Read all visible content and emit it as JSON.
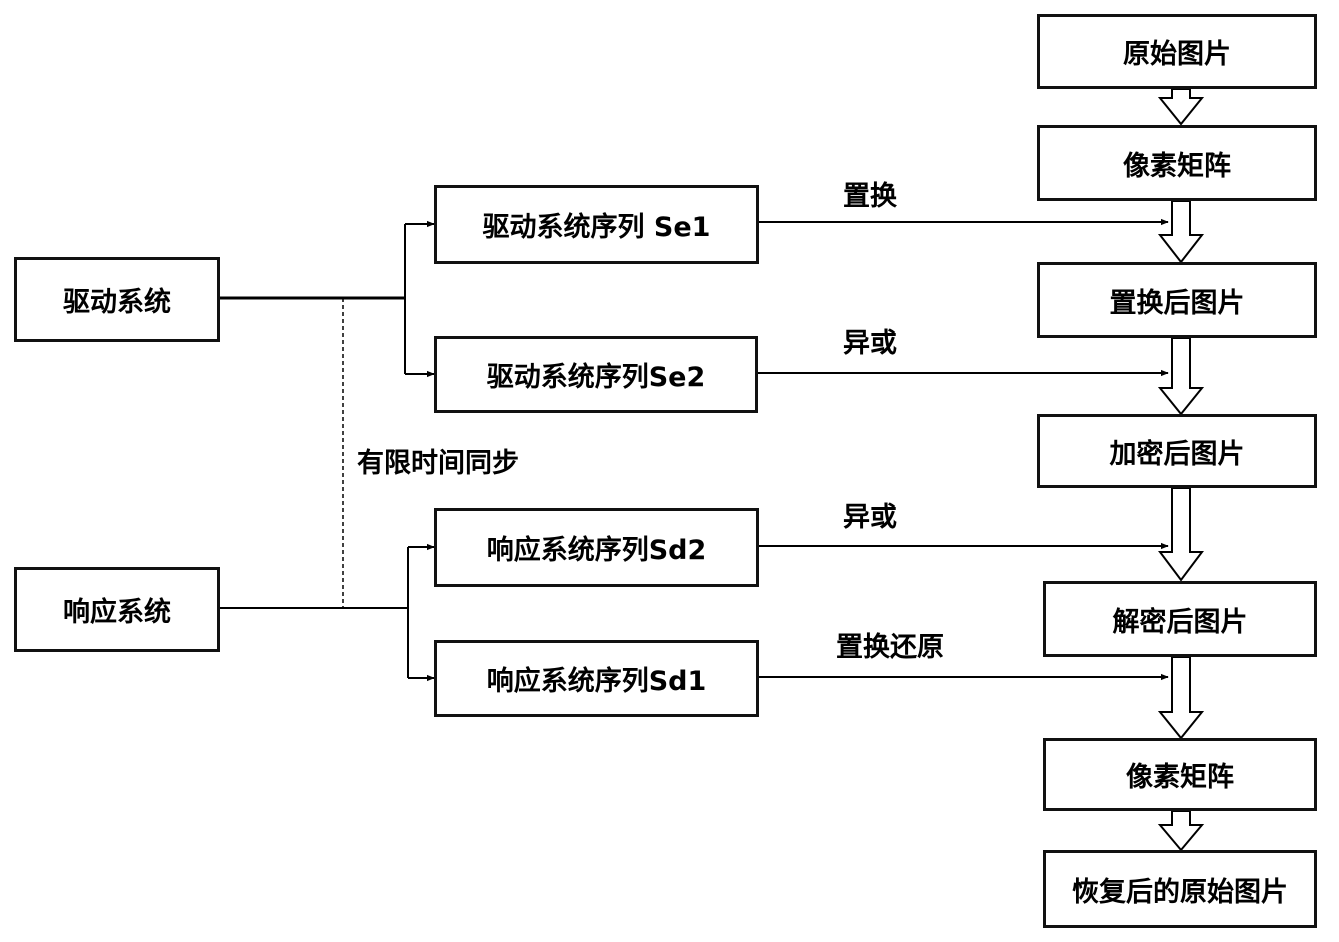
{
  "nodes": {
    "drive_system": "驱动系统",
    "response_system": "响应系统",
    "drive_seq_se1": "驱动系统序列 Se1",
    "drive_seq_se2": "驱动系统序列Se2",
    "resp_seq_sd2": "响应系统序列Sd2",
    "resp_seq_sd1": "响应系统序列Sd1",
    "original_image": "原始图片",
    "pixel_matrix_1": "像素矩阵",
    "permuted_image": "置换后图片",
    "encrypted_image": "加密后图片",
    "decrypted_image": "解密后图片",
    "pixel_matrix_2": "像素矩阵",
    "restored_image": "恢复后的原始图片"
  },
  "edge_labels": {
    "permute": "置换",
    "xor_1": "异或",
    "sync": "有限时间同步",
    "xor_2": "异或",
    "permute_restore": "置换还原"
  }
}
